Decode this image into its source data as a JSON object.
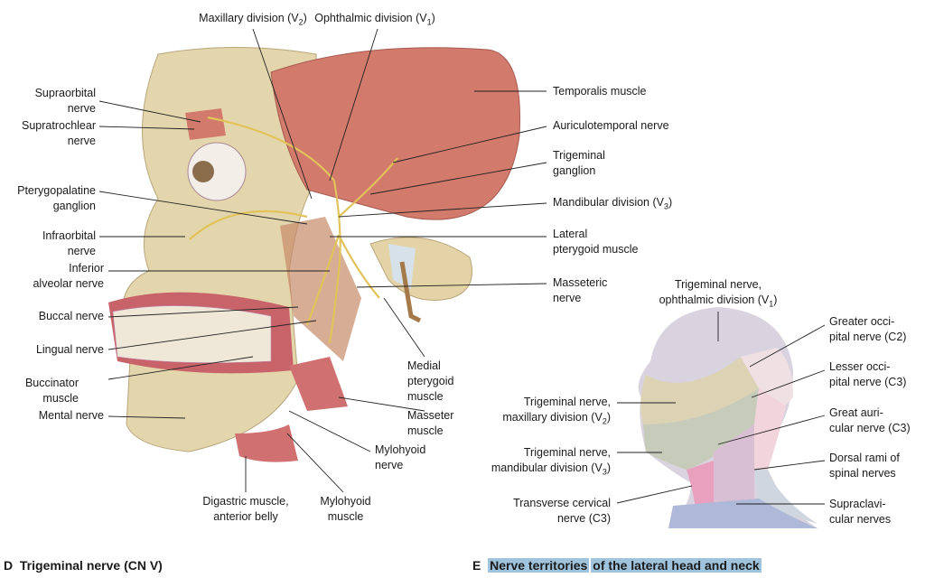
{
  "figure_d": {
    "caption_letter": "D",
    "caption": "Trigeminal nerve (CN V)",
    "labels": {
      "maxillary_division": "Maxillary division (V",
      "maxillary_sub": "2",
      "ophthalmic_division": "Ophthalmic division (V",
      "ophthalmic_sub": "1",
      "supraorbital_1": "Supraorbital",
      "supraorbital_2": "nerve",
      "supratrochlear_1": "Supratrochlear",
      "supratrochlear_2": "nerve",
      "pterygopalatine_1": "Pterygopalatine",
      "pterygopalatine_2": "ganglion",
      "infraorbital_1": "Infraorbital",
      "infraorbital_2": "nerve",
      "inferior_alveolar_1": "Inferior",
      "inferior_alveolar_2": "alveolar nerve",
      "buccal": "Buccal nerve",
      "lingual": "Lingual nerve",
      "buccinator_1": "Buccinator",
      "buccinator_2": "muscle",
      "mental": "Mental nerve",
      "temporalis": "Temporalis muscle",
      "auriculotemporal": "Auriculotemporal nerve",
      "trigeminal_ganglion_1": "Trigeminal",
      "trigeminal_ganglion_2": "ganglion",
      "mandibular_division": "Mandibular division (V",
      "mandibular_sub": "3",
      "lateral_pterygoid_1": "Lateral",
      "lateral_pterygoid_2": "pterygoid muscle",
      "masseteric_1": "Masseteric",
      "masseteric_2": "nerve",
      "medial_pterygoid_1": "Medial",
      "medial_pterygoid_2": "pterygoid",
      "medial_pterygoid_3": "muscle",
      "masseter_1": "Masseter",
      "masseter_2": "muscle",
      "mylohyoid_nerve_1": "Mylohyoid",
      "mylohyoid_nerve_2": "nerve",
      "digastric_1": "Digastric muscle,",
      "digastric_2": "anterior belly",
      "mylohyoid_muscle_1": "Mylohyoid",
      "mylohyoid_muscle_2": "muscle"
    }
  },
  "figure_e": {
    "caption_letter": "E",
    "caption_highlight": "Nerve territories",
    "caption_rest": "of the lateral head and neck",
    "labels": {
      "v1_1": "Trigeminal nerve,",
      "v1_2": "ophthalmic division (V",
      "v1_sub": "1",
      "v2_1": "Trigeminal nerve,",
      "v2_2": "maxillary division (V",
      "v2_sub": "2",
      "v3_1": "Trigeminal nerve,",
      "v3_2": "mandibular division (V",
      "v3_sub": "3",
      "transverse_1": "Transverse cervical",
      "transverse_2": "nerve (C3)",
      "greater_occ_1": "Greater occi-",
      "greater_occ_2": "pital nerve (C2)",
      "lesser_occ_1": "Lesser occi-",
      "lesser_occ_2": "pital nerve (C3)",
      "great_aur_1": "Great auri-",
      "great_aur_2": "cular nerve (C3)",
      "dorsal_1": "Dorsal rami of",
      "dorsal_2": "spinal nerves",
      "supraclav_1": "Supraclavi-",
      "supraclav_2": "cular nerves"
    },
    "colors": {
      "v1": "#d9d3e0",
      "v2": "#dcd3b4",
      "v3": "#c7cbb9",
      "greater_occipital": "#efe0e3",
      "lesser_occipital": "#f2d4dc",
      "great_auricular": "#d9bfd3",
      "transverse_cervical": "#e9a0bf",
      "dorsal_rami": "#cfd6e0",
      "supraclavicular": "#aeb8d8"
    }
  }
}
